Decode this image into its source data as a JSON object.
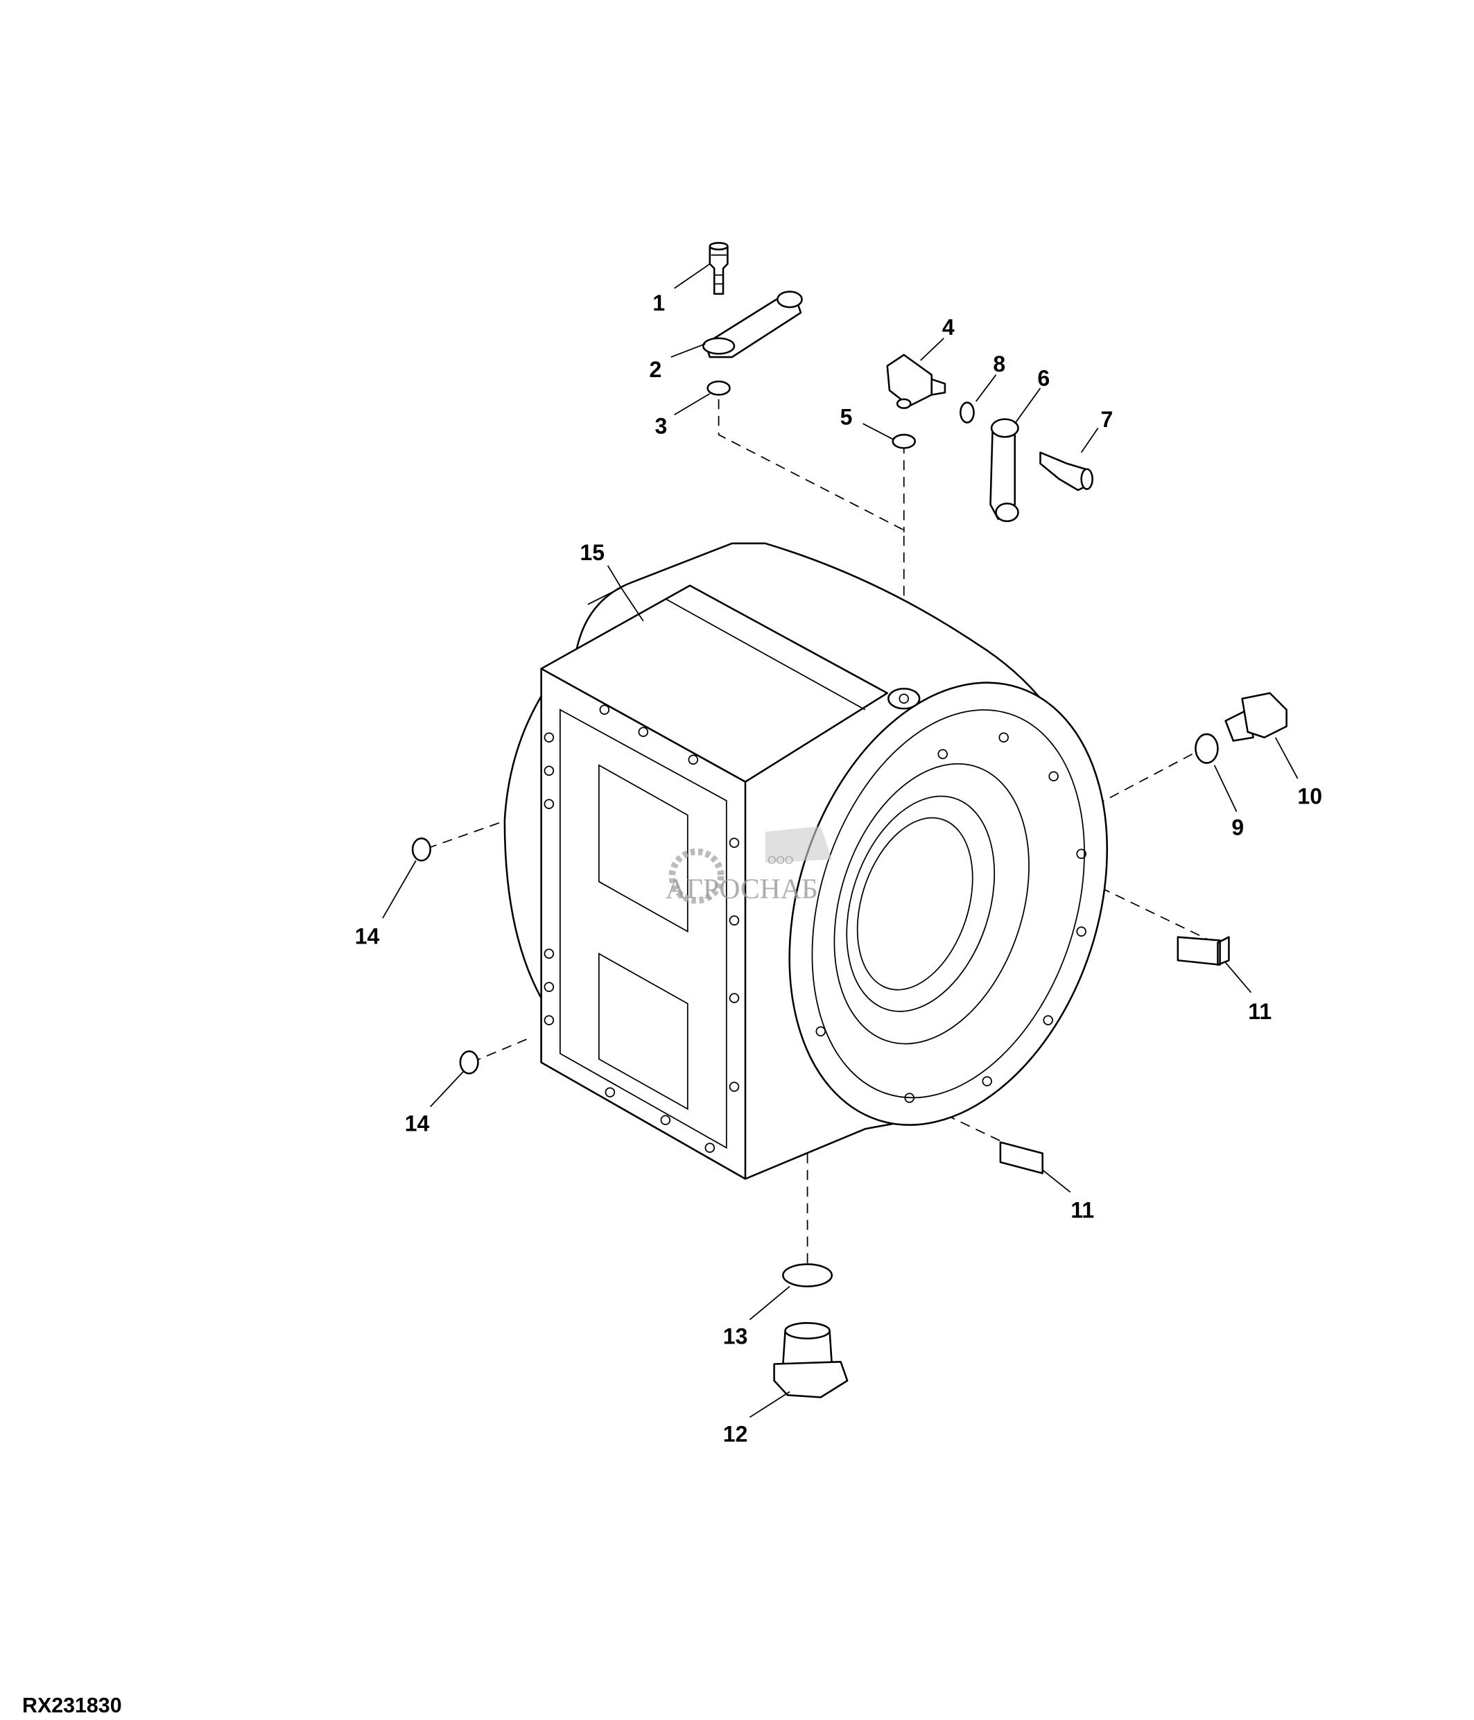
{
  "diagram": {
    "type": "exploded-parts-view",
    "figure_id": "RX231830",
    "callouts": [
      "1",
      "2",
      "3",
      "4",
      "5",
      "6",
      "7",
      "8",
      "9",
      "10",
      "11",
      "11",
      "12",
      "13",
      "14",
      "14",
      "15"
    ],
    "watermark": {
      "line1": "ООО",
      "line2": "АГРОСНАБ"
    }
  }
}
